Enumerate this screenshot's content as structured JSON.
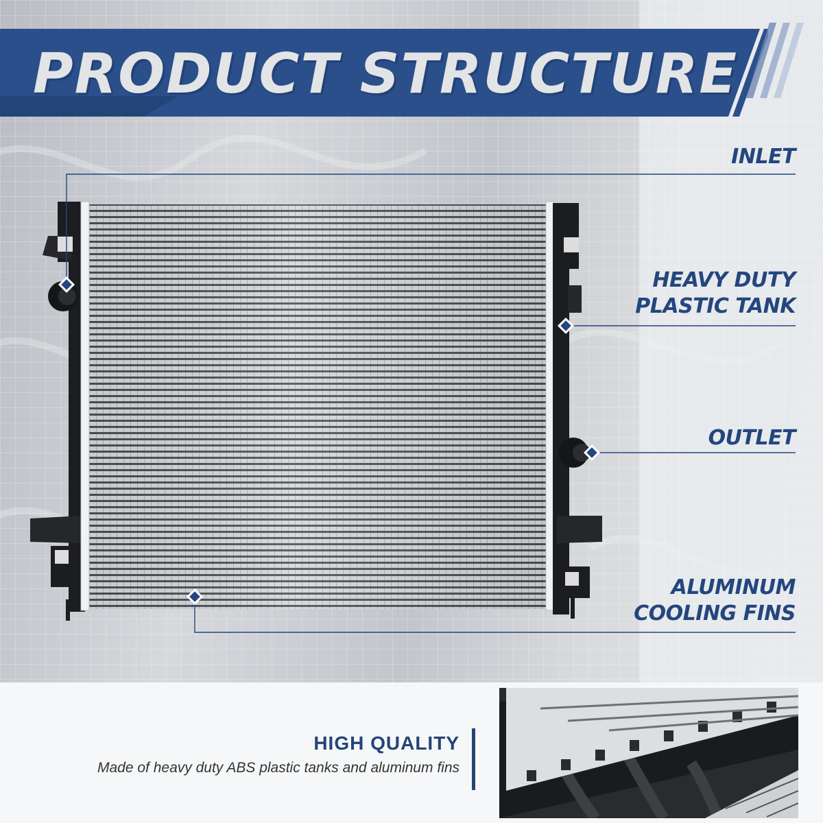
{
  "header": {
    "title": "PRODUCT STRUCTURE"
  },
  "callouts": [
    {
      "line1": "INLET",
      "line2": ""
    },
    {
      "line1": "HEAVY DUTY",
      "line2": "PLASTIC TANK"
    },
    {
      "line1": "OUTLET",
      "line2": ""
    },
    {
      "line1": "ALUMINUM",
      "line2": "COOLING FINS"
    }
  ],
  "feature": {
    "title": "HIGH QUALITY",
    "description": "Made of heavy duty ABS plastic tanks and aluminum fins"
  },
  "colors": {
    "accent": "#24467e",
    "banner": "#2a4f8a"
  }
}
